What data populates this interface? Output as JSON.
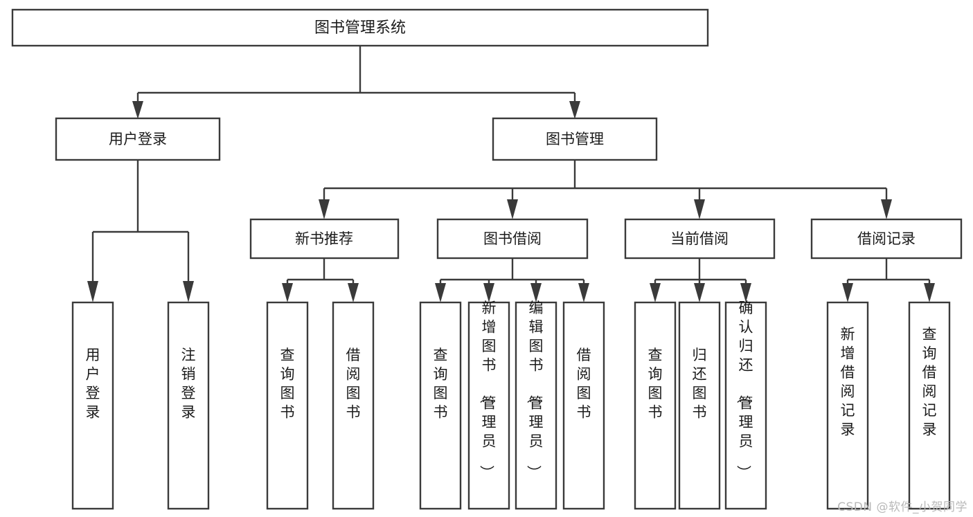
{
  "diagram": {
    "type": "tree-hierarchy-chart",
    "title": "图书管理系统",
    "orientation": "top-down",
    "levels": 4,
    "colors": {
      "box_stroke": "#3a3a3a",
      "box_fill": "#ffffff",
      "text": "#1b1b1b",
      "connector": "#3a3a3a",
      "background": "#ffffff",
      "watermark": "#b9b9b9"
    },
    "root": {
      "label": "图书管理系统",
      "name": "node-root-library-management-system"
    },
    "level2": [
      {
        "label": "用户登录",
        "name": "node-user-login"
      },
      {
        "label": "图书管理",
        "name": "node-book-management"
      }
    ],
    "level3": [
      {
        "label": "新书推荐",
        "name": "node-new-book-recommendation"
      },
      {
        "label": "图书借阅",
        "name": "node-book-borrowing"
      },
      {
        "label": "当前借阅",
        "name": "node-current-borrowing"
      },
      {
        "label": "借阅记录",
        "name": "node-borrow-records"
      }
    ],
    "leaves": {
      "user_login": [
        {
          "label": "用户登录",
          "name": "leaf-user-login"
        },
        {
          "label": "注销登录",
          "name": "leaf-logout"
        }
      ],
      "new_book_recommendation": [
        {
          "label": "查询图书",
          "name": "leaf-query-books-recommendation"
        },
        {
          "label": "借阅图书",
          "name": "leaf-borrow-books-recommendation"
        }
      ],
      "book_borrowing": [
        {
          "label": "查询图书",
          "name": "leaf-query-books-borrowing"
        },
        {
          "label": "新增图书（管理员）",
          "name": "leaf-add-book-admin"
        },
        {
          "label": "编辑图书（管理员）",
          "name": "leaf-edit-book-admin"
        },
        {
          "label": "借阅图书",
          "name": "leaf-borrow-books-borrowing"
        }
      ],
      "current_borrowing": [
        {
          "label": "查询图书",
          "name": "leaf-query-books-current"
        },
        {
          "label": "归还图书",
          "name": "leaf-return-books"
        },
        {
          "label": "确认归还（管理员）",
          "name": "leaf-confirm-return-admin"
        }
      ],
      "borrow_records": [
        {
          "label": "新增借阅记录",
          "name": "leaf-add-borrow-record"
        },
        {
          "label": "查询借阅记录",
          "name": "leaf-query-borrow-record"
        }
      ]
    },
    "watermark": "CSDN @软件_小贺同学"
  }
}
